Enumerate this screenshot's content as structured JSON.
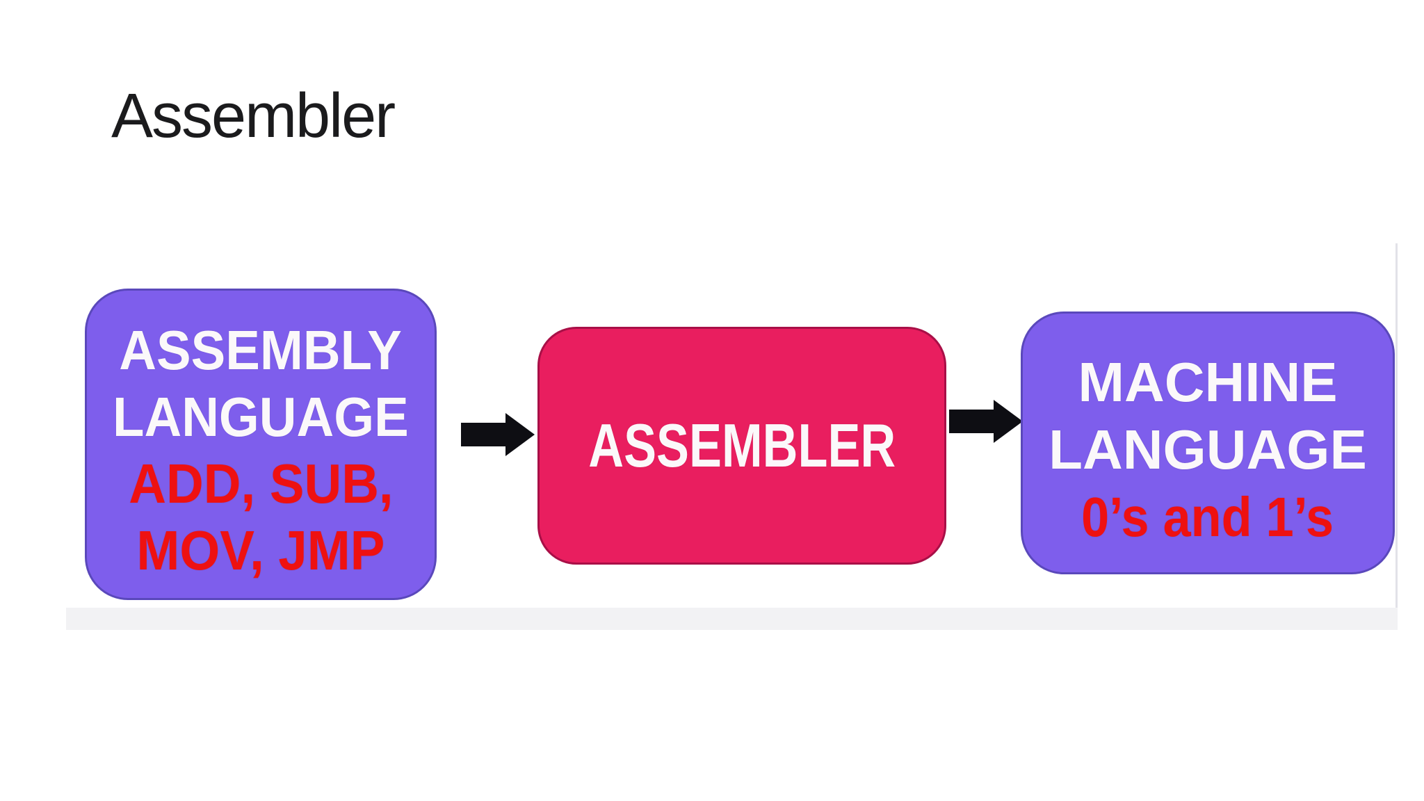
{
  "title": "Assembler",
  "colors": {
    "background": "#FFFFFF",
    "title_text": "#1B1B1D",
    "box_purple": "#7E5EEC",
    "box_purple_border": "#5A48BB",
    "box_pink": "#E91E5F",
    "box_pink_border": "#A90F47",
    "text_white": "#FBF8FA",
    "text_red": "#EE1111",
    "arrow_black": "#0E0E13",
    "photo_band": "#F2F2F4",
    "photo_edge": "#E2E2E8"
  },
  "icons": {
    "arrow1": "arrow-right-icon",
    "arrow2": "arrow-right-icon"
  },
  "diagram": {
    "type": "flow",
    "box1": {
      "line1": "ASSEMBLY",
      "line2": "LANGUAGE",
      "line3": "ADD, SUB,",
      "line4": "MOV, JMP"
    },
    "box2": {
      "line1": "ASSEMBLER"
    },
    "box3": {
      "line1": "MACHINE",
      "line2": "LANGUAGE",
      "line3": "0’s and 1’s"
    }
  }
}
